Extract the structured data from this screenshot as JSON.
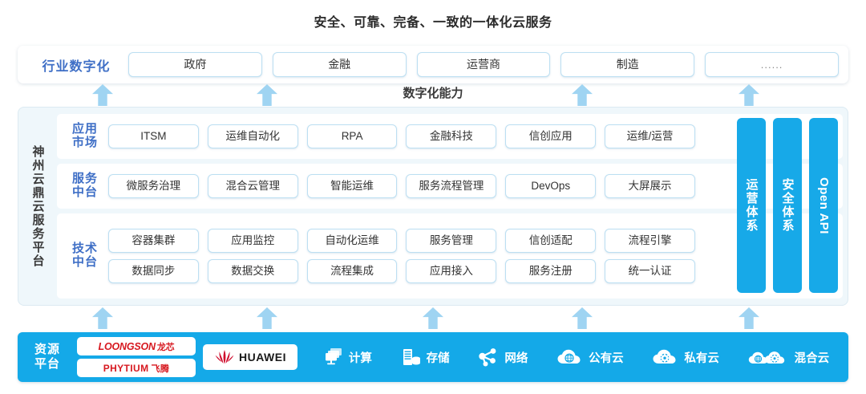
{
  "title": "安全、可靠、完备、一致的一体化云服务",
  "industry": {
    "label": "行业数字化",
    "items": [
      "政府",
      "金融",
      "运营商",
      "制造",
      "......"
    ]
  },
  "band": {
    "caption": "数字化能力"
  },
  "platform": {
    "vertical_title": "神州云鼎云服务平台",
    "rows": [
      {
        "label_line1": "应用",
        "label_line2": "市场",
        "lines": [
          [
            "ITSM",
            "运维自动化",
            "RPA",
            "金融科技",
            "信创应用",
            "运维/运营"
          ]
        ]
      },
      {
        "label_line1": "服务",
        "label_line2": "中台",
        "lines": [
          [
            "微服务治理",
            "混合云管理",
            "智能运维",
            "服务流程管理",
            "DevOps",
            "大屏展示"
          ]
        ]
      },
      {
        "label_line1": "技术",
        "label_line2": "中台",
        "lines": [
          [
            "容器集群",
            "应用监控",
            "自动化运维",
            "服务管理",
            "信创适配",
            "流程引擎"
          ],
          [
            "数据同步",
            "数据交换",
            "流程集成",
            "应用接入",
            "服务注册",
            "统一认证"
          ]
        ]
      }
    ],
    "vbars": [
      {
        "text": "运营体系",
        "orientation": "cjk"
      },
      {
        "text": "安全体系",
        "orientation": "cjk"
      },
      {
        "text": "Open API",
        "orientation": "rot"
      }
    ]
  },
  "resource": {
    "label_line1": "资源",
    "label_line2": "平台",
    "logos": [
      {
        "name": "loongson",
        "latin": "LOONGSON",
        "cn": "龙芯"
      },
      {
        "name": "phytium",
        "latin": "PHYTIUM",
        "cn": "飞腾"
      },
      {
        "name": "huawei",
        "latin": "HUAWEI",
        "cn": ""
      }
    ],
    "items": [
      {
        "icon": "compute-icon",
        "label": "计算"
      },
      {
        "icon": "storage-icon",
        "label": "存储"
      },
      {
        "icon": "network-icon",
        "label": "网络"
      },
      {
        "icon": "public-cloud-icon",
        "label": "公有云"
      },
      {
        "icon": "private-cloud-icon",
        "label": "私有云"
      },
      {
        "icon": "hybrid-cloud-icon",
        "label": "混合云"
      }
    ]
  },
  "colors": {
    "accent_cyan": "#14a9e8",
    "accent_blue_text": "#3f6fc6",
    "arrow_blue": "#9fd4f2",
    "panel_bg": "#eff7fb",
    "pill_border": "#bcdff2",
    "logo_red": "#d71920"
  }
}
